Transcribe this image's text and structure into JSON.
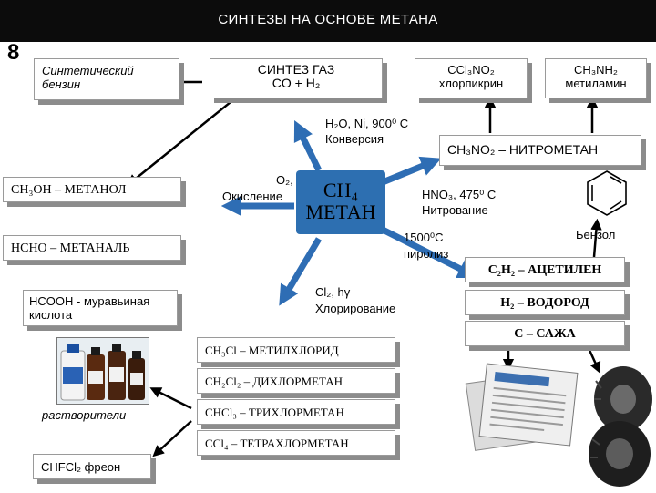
{
  "title": "СИНТЕЗЫ НА ОСНОВЕ МЕТАНА",
  "slide_number": "8",
  "methane": {
    "formula": "CH₄",
    "name": "МЕТАН"
  },
  "boxes": {
    "benzin": "Синтетический бензин",
    "syngas_title": "СИНТЕЗ ГАЗ",
    "syngas_formula": "CO + H₂",
    "chloropicrin_formula": "CCl₃NO₂",
    "chloropicrin_name": "хлорпикрин",
    "methylamine_formula": "CH₃NH₂",
    "methylamine_name": "метиламин",
    "nitromethane": "CH₃NO₂ – НИТРОМЕТАН",
    "methanol": "CH₃OH – МЕТАНОЛ",
    "methanal": "HCHO – МЕТАНАЛЬ",
    "formic_acid": "HCOOH - муравьиная кислота",
    "acetylene": "C₂H₂ – АЦЕТИЛЕН",
    "hydrogen": "H₂ – ВОДОРОД",
    "soot": "C – САЖА",
    "methyl_chloride": "CH₃Cl – МЕТИЛХЛОРИД",
    "dichloromethane": "CH₂Cl₂ – ДИХЛОРМЕТАН",
    "trichloromethane": "CHCl₃ – ТРИХЛОРМЕТАН",
    "tetrachloromethane": "CCl₄ – ТЕТРАХЛОРМЕТАН",
    "freon": "CHFCl₂ фреон"
  },
  "labels": {
    "conversion_conditions": "H₂O, Ni, 900⁰ C",
    "conversion": "Конверсия",
    "oxidation_reagent": "O₂,",
    "oxidation": "Окисление",
    "nitration_conditions": "HNO₃, 475⁰ C",
    "nitration": "Нитрование",
    "pyrolysis_conditions": "1500⁰C",
    "pyrolysis": "пиролиз",
    "chlorination_conditions": "Cl₂, hγ",
    "chlorination": "Хлорирование",
    "benzene": "Бензол",
    "solvents": "растворители"
  },
  "colors": {
    "topbar": "#0c0c0c",
    "arrow_blue": "#2e6db4",
    "methane_box": "#2d6fb1",
    "shadow": "#8c8c8c"
  }
}
